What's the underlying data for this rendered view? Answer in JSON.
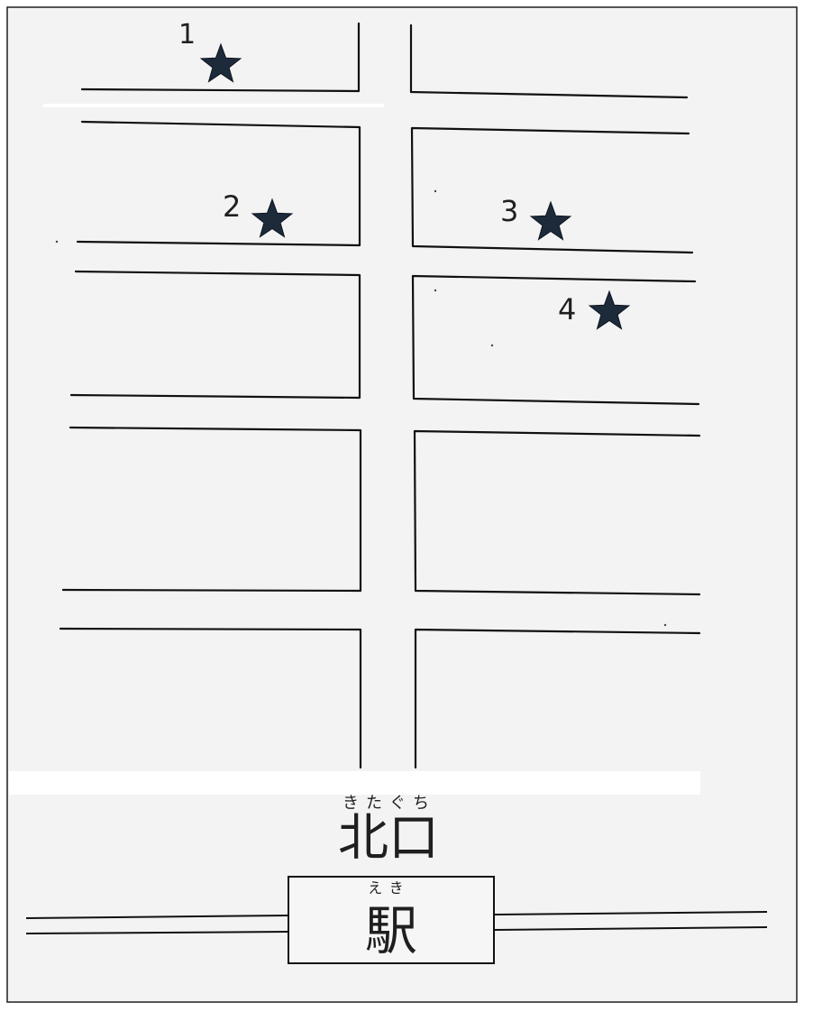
{
  "map": {
    "markers": [
      {
        "number": "1",
        "icon": "star-icon"
      },
      {
        "number": "2",
        "icon": "star-icon"
      },
      {
        "number": "3",
        "icon": "star-icon"
      },
      {
        "number": "4",
        "icon": "star-icon"
      }
    ],
    "exit_label": "北口",
    "exit_reading": "きたぐち",
    "station_label": "駅",
    "station_reading": "えき"
  }
}
